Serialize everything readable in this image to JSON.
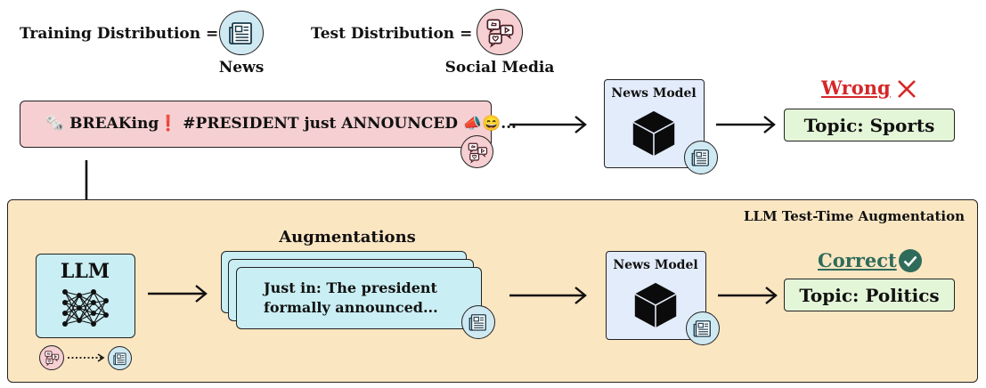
{
  "header": {
    "training_label": "Training Distribution =",
    "news_caption": "News",
    "test_label": "Test Distribution =",
    "social_caption": "Social Media"
  },
  "input_text": "🗞️ BREAKing❗ #PRESIDENT just ANNOUNCED 📣😄...",
  "top_row": {
    "model_label": "News Model",
    "verdict": "Wrong",
    "verdict_mark": "✕",
    "topic": "Topic: Sports"
  },
  "panel": {
    "title": "LLM Test-Time Augmentation",
    "llm_label": "LLM",
    "augmentations_title": "Augmentations",
    "aug_text": "Just in: The president formally announced...",
    "model_label": "News Model",
    "verdict": "Correct",
    "verdict_mark": "✓",
    "topic": "Topic: Politics"
  },
  "colors": {
    "wrong": "#d62728",
    "correct": "#2e6b5a",
    "news_circle": "#cfe9f3",
    "social_circle": "#f6cfd2",
    "panel_bg": "#fbe6c2",
    "topic_bg": "#e4f6d8"
  },
  "icons": [
    "newspaper-icon",
    "social-media-icon",
    "cube-icon",
    "neural-network-icon",
    "x-mark-icon",
    "check-circle-icon"
  ]
}
